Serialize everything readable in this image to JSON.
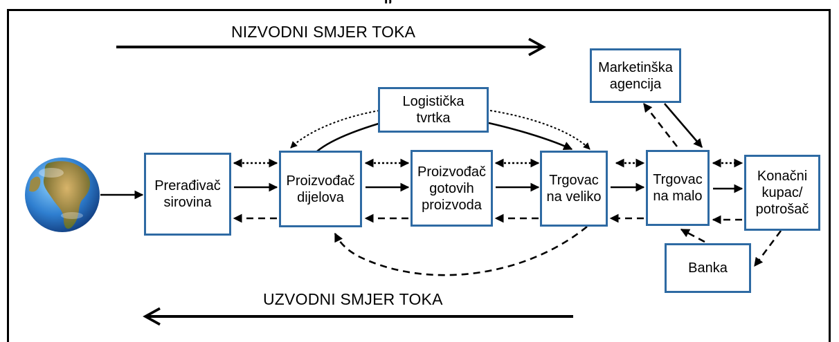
{
  "top_fragment": "p",
  "downstream_label": "NIZVODNI SMJER TOKA",
  "upstream_label": "UZVODNI SMJER TOKA",
  "nodes": {
    "preradivac": "Prerađivač\nsirovina",
    "proizvodac_dijelova": "Proizvođač\ndijelova",
    "proizvodac_gotovih": "Proizvođač\ngotovih\nproizvoda",
    "trgovac_veliko": "Trgovac\nna veliko",
    "trgovac_malo": "Trgovac\nna malo",
    "konacni_kupac": "Konačni\nkupac/\npotrošač",
    "logisticka": "Logistička\ntvrtka",
    "marketinska": "Marketinška\nagencija",
    "banka": "Banka"
  },
  "colors": {
    "box_border": "#2e6aa3",
    "arrow": "#000000"
  },
  "icons": {
    "earth": "globe-icon"
  }
}
